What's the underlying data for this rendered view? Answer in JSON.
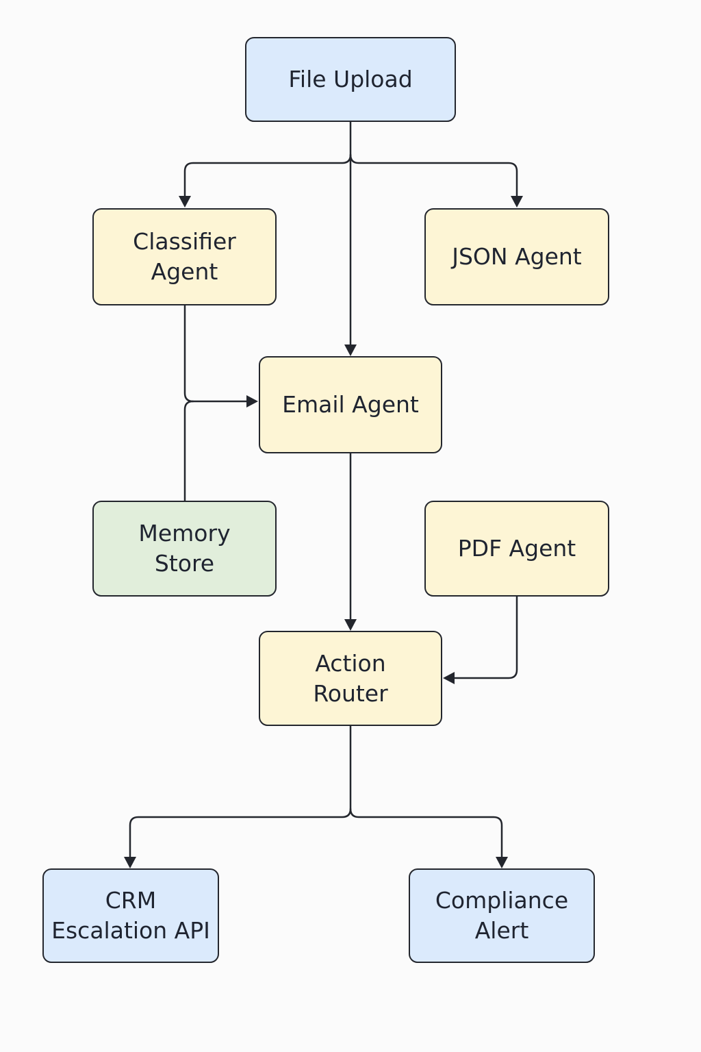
{
  "colors": {
    "blue": "#dbeafc",
    "yellow": "#fdf5d5",
    "green": "#e1eedb",
    "stroke": "#23262d"
  },
  "nodes": {
    "file_upload": {
      "label": "File Upload",
      "fill": "blue"
    },
    "classifier_agent": {
      "label": "Classifier\nAgent",
      "fill": "yellow"
    },
    "json_agent": {
      "label": "JSON Agent",
      "fill": "yellow"
    },
    "email_agent": {
      "label": "Email Agent",
      "fill": "yellow"
    },
    "memory_store": {
      "label": "Memory\nStore",
      "fill": "green"
    },
    "pdf_agent": {
      "label": "PDF Agent",
      "fill": "yellow"
    },
    "action_router": {
      "label": "Action\nRouter",
      "fill": "yellow"
    },
    "crm_escalation_api": {
      "label": "CRM\nEscalation API",
      "fill": "blue"
    },
    "compliance_alert": {
      "label": "Compliance\nAlert",
      "fill": "blue"
    }
  },
  "edges": [
    {
      "from": "file_upload",
      "to": "classifier_agent"
    },
    {
      "from": "file_upload",
      "to": "json_agent"
    },
    {
      "from": "file_upload",
      "to": "email_agent"
    },
    {
      "from": "classifier_agent",
      "to": "email_agent"
    },
    {
      "from": "memory_store",
      "to": "email_agent"
    },
    {
      "from": "email_agent",
      "to": "action_router"
    },
    {
      "from": "pdf_agent",
      "to": "action_router"
    },
    {
      "from": "action_router",
      "to": "crm_escalation_api"
    },
    {
      "from": "action_router",
      "to": "compliance_alert"
    }
  ]
}
